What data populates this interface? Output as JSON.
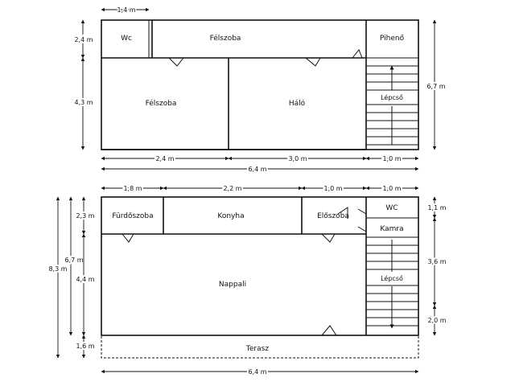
{
  "upper_floor": {
    "rooms": {
      "wc": "Wc",
      "felszoba_top": "Félszoba",
      "piheno": "Pihenő",
      "felszoba_left": "Félszoba",
      "halo": "Háló",
      "lepcso": "Lépcső"
    },
    "dimensions": {
      "top_width": "1,4 m",
      "left_upper": "2,4 m",
      "left_lower": "4,3 m",
      "right_total": "6,7 m",
      "bottom_1": "2,4 m",
      "bottom_2": "3,0 m",
      "bottom_3": "1,0 m",
      "bottom_total": "6,4 m"
    }
  },
  "lower_floor": {
    "rooms": {
      "furdoszoba": "Fürdőszoba",
      "konyha": "Konyha",
      "eloszoba": "Előszoba",
      "wc": "WC",
      "kamra": "Kamra",
      "nappali": "Nappali",
      "lepcso": "Lépcső",
      "terasz": "Terasz"
    },
    "dimensions": {
      "top_1": "1,8 m",
      "top_2": "2,2 m",
      "top_3": "1,0 m",
      "top_4": "1,0 m",
      "left_total": "8,3 m",
      "left_mid": "6,7 m",
      "left_upper": "2,3 m",
      "left_lower": "4,4 m",
      "left_terrace": "1,6 m",
      "right_1": "1,1 m",
      "right_2": "3,6 m",
      "right_3": "2,0 m",
      "bottom_total": "6,4 m"
    }
  }
}
